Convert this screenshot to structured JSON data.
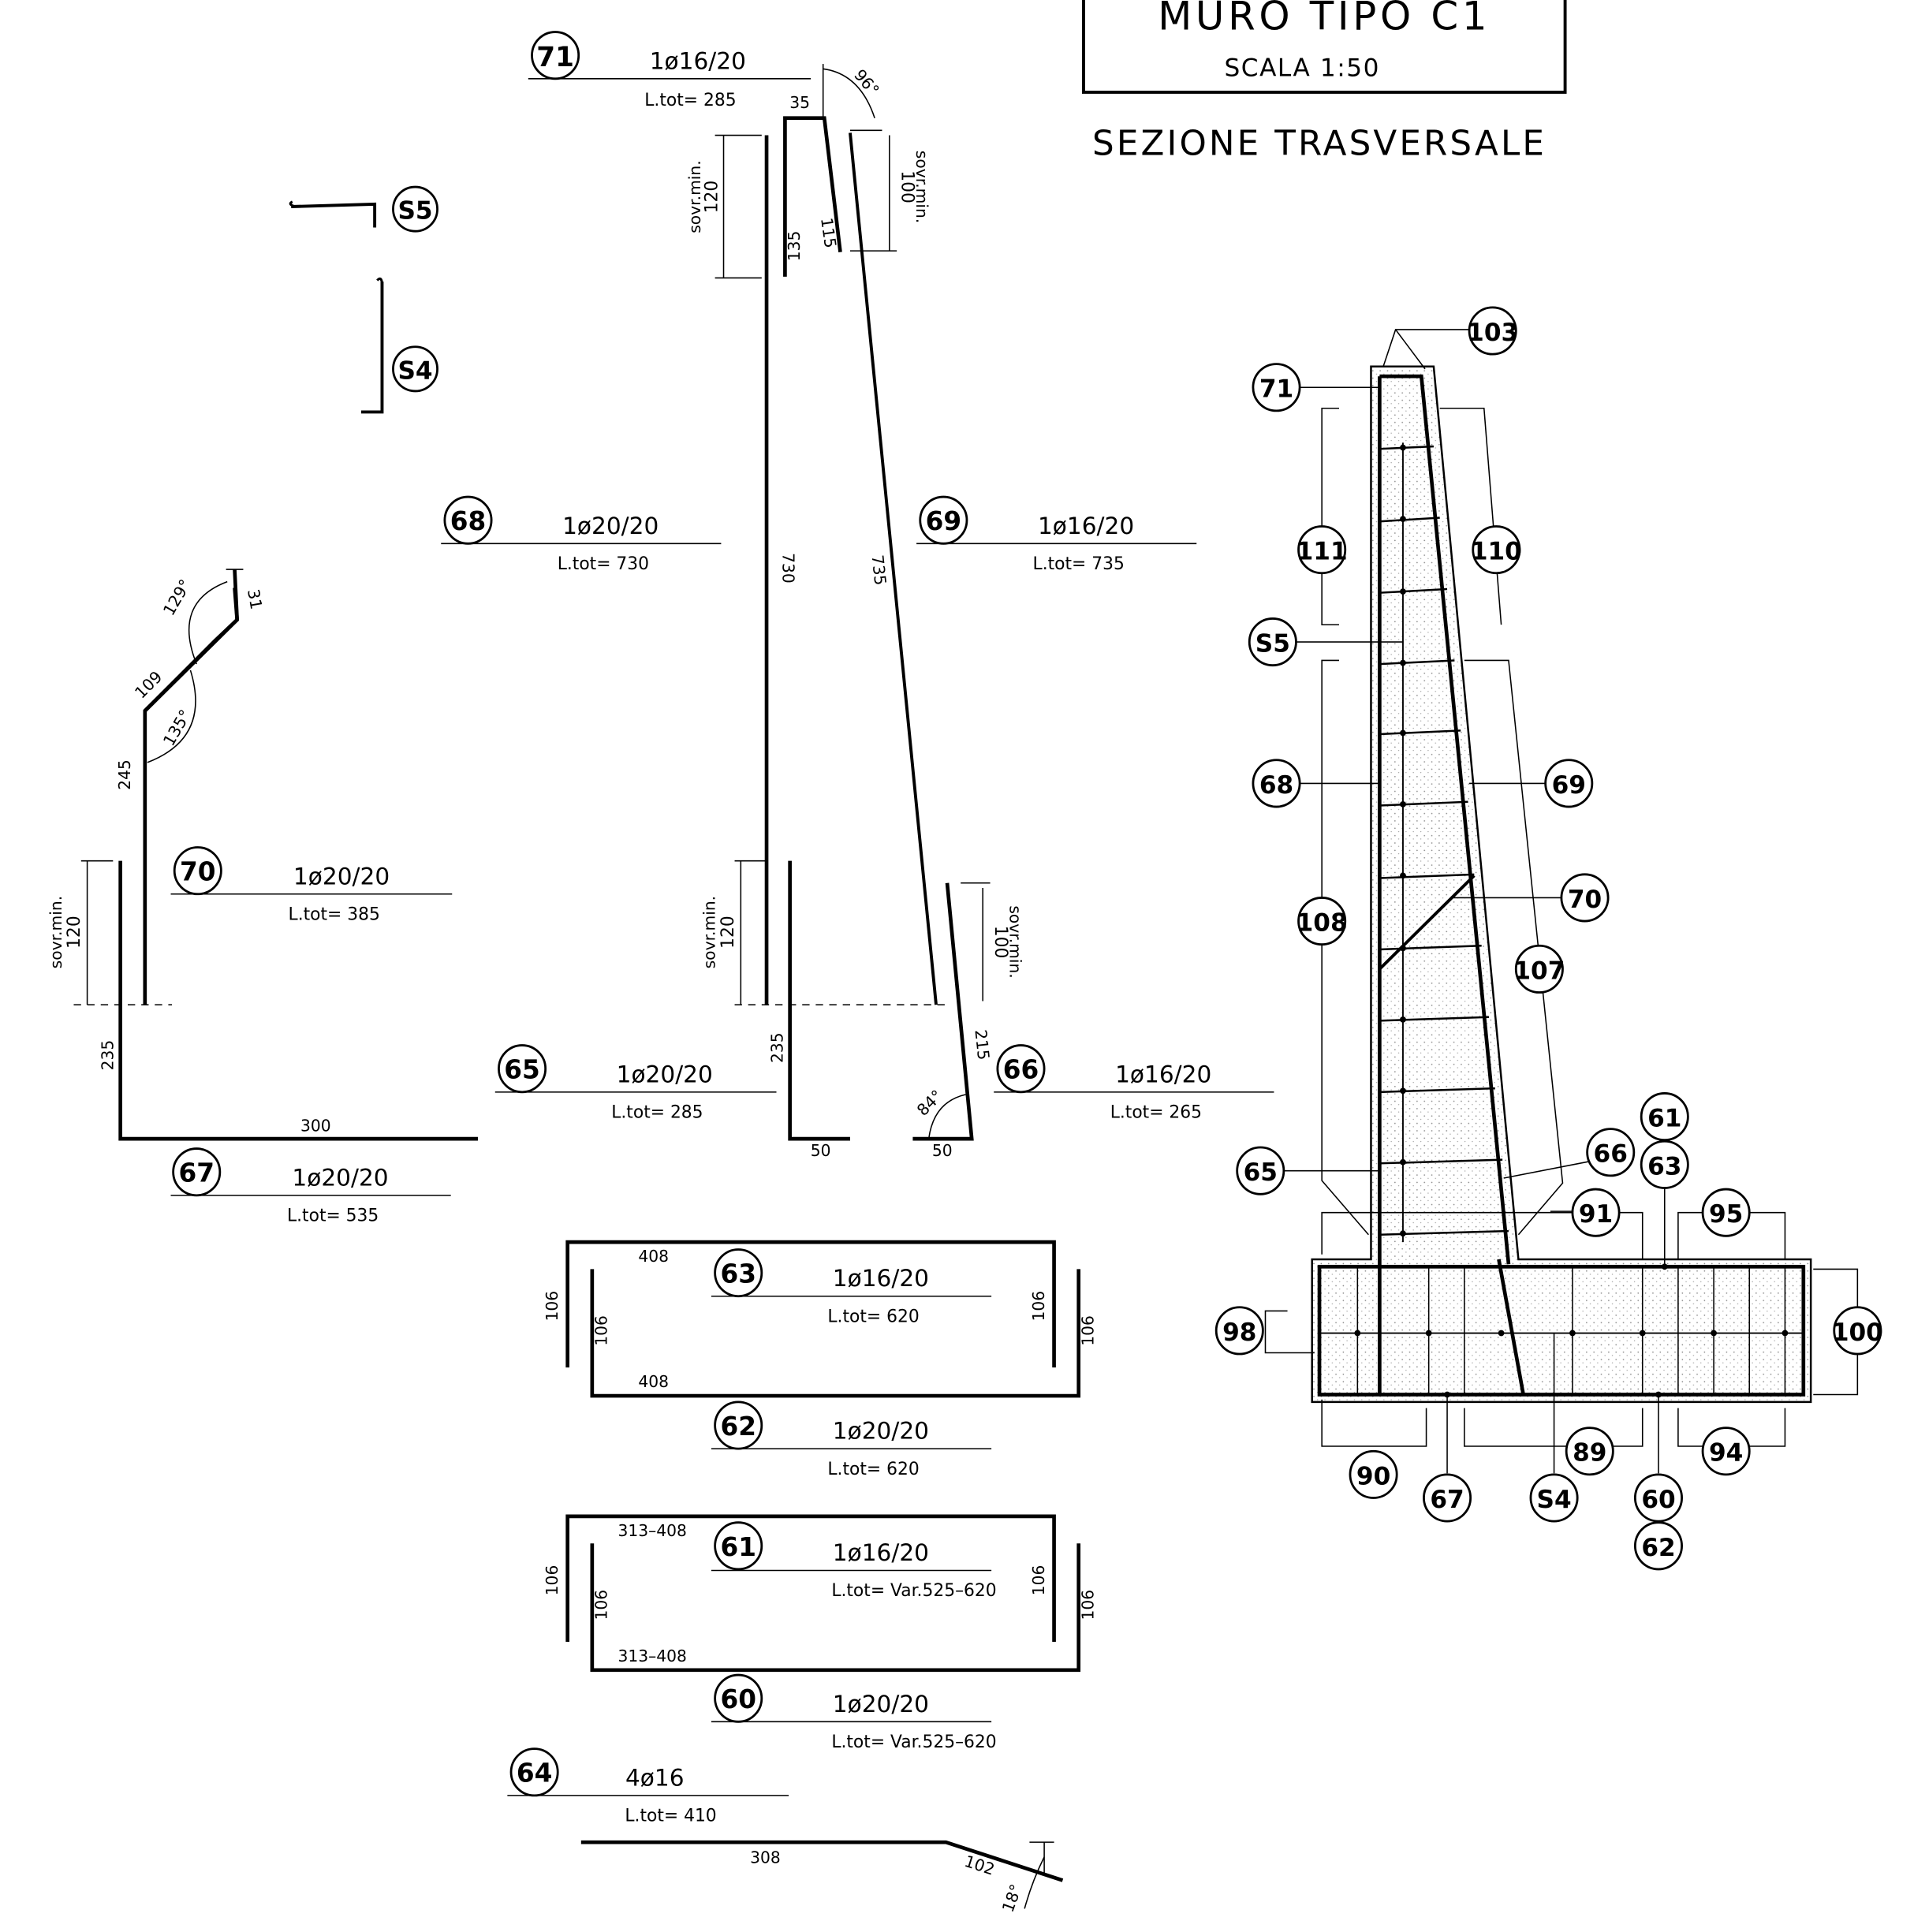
{
  "title": {
    "main": "MURO TIPO C1",
    "scale": "SCALA 1:50",
    "section": "SEZIONE TRASVERSALE"
  },
  "colors": {
    "ink": "#000000",
    "paper": "#ffffff",
    "concrete_hatch": "#9a9a9a"
  },
  "bars": [
    {
      "id": "71",
      "spec": "1ø16/20",
      "length": "L.tot= 285"
    },
    {
      "id": "68",
      "spec": "1ø20/20",
      "length": "L.tot= 730"
    },
    {
      "id": "69",
      "spec": "1ø16/20",
      "length": "L.tot= 735"
    },
    {
      "id": "70",
      "spec": "1ø20/20",
      "length": "L.tot= 385"
    },
    {
      "id": "65",
      "spec": "1ø20/20",
      "length": "L.tot= 285"
    },
    {
      "id": "66",
      "spec": "1ø16/20",
      "length": "L.tot= 265"
    },
    {
      "id": "67",
      "spec": "1ø20/20",
      "length": "L.tot= 535"
    },
    {
      "id": "63",
      "spec": "1ø16/20",
      "length": "L.tot= 620"
    },
    {
      "id": "62",
      "spec": "1ø20/20",
      "length": "L.tot= 620"
    },
    {
      "id": "61",
      "spec": "1ø16/20",
      "length": "L.tot= Var.525–620"
    },
    {
      "id": "60",
      "spec": "1ø20/20",
      "length": "L.tot= Var.525–620"
    },
    {
      "id": "64",
      "spec": "4ø16",
      "length": "L.tot= 410"
    }
  ],
  "stirrups": {
    "s5": "S5",
    "s4": "S4"
  },
  "dims": {
    "d35": "35",
    "a96": "96°",
    "sovr": "sovr.min.",
    "d120": "120",
    "d100": "100",
    "d135": "135",
    "d115": "115",
    "d730": "730",
    "d735": "735",
    "d235": "235",
    "d215": "215",
    "d50": "50",
    "a84": "84°",
    "d300": "300",
    "d245": "245",
    "d109": "109",
    "d31": "31",
    "a129": "129°",
    "a135": "135°",
    "d408": "408",
    "d106": "106",
    "d313_408": "313–408",
    "d308": "308",
    "d102": "102",
    "a18": "18°"
  },
  "section_tags": [
    "103",
    "71",
    "111",
    "110",
    "S5",
    "68",
    "69",
    "70",
    "108",
    "107",
    "65",
    "66",
    "61",
    "63",
    "91",
    "95",
    "98",
    "100",
    "89",
    "94",
    "90",
    "67",
    "S4",
    "60",
    "62"
  ]
}
